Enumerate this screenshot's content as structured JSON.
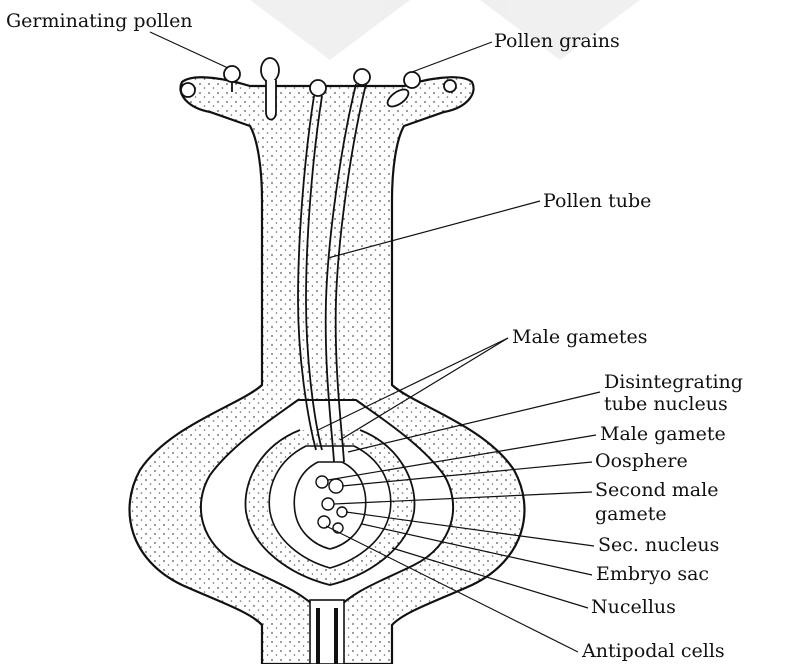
{
  "diagram": {
    "labels": {
      "germinating_pollen": "Germinating pollen",
      "pollen_grains": "Pollen grains",
      "pollen_tube": "Pollen tube",
      "male_gametes": "Male gametes",
      "disintegrating_tube_nucleus_line1": "Disintegrating",
      "disintegrating_tube_nucleus_line2": "tube nucleus",
      "male_gamete": "Male gamete",
      "oosphere": "Oosphere",
      "second_male_gamete_line1": "Second male",
      "second_male_gamete_line2": "gamete",
      "sec_nucleus": "Sec. nucleus",
      "embryo_sac": "Embryo sac",
      "nucellus": "Nucellus",
      "antipodal_cells": "Antipodal cells"
    }
  }
}
